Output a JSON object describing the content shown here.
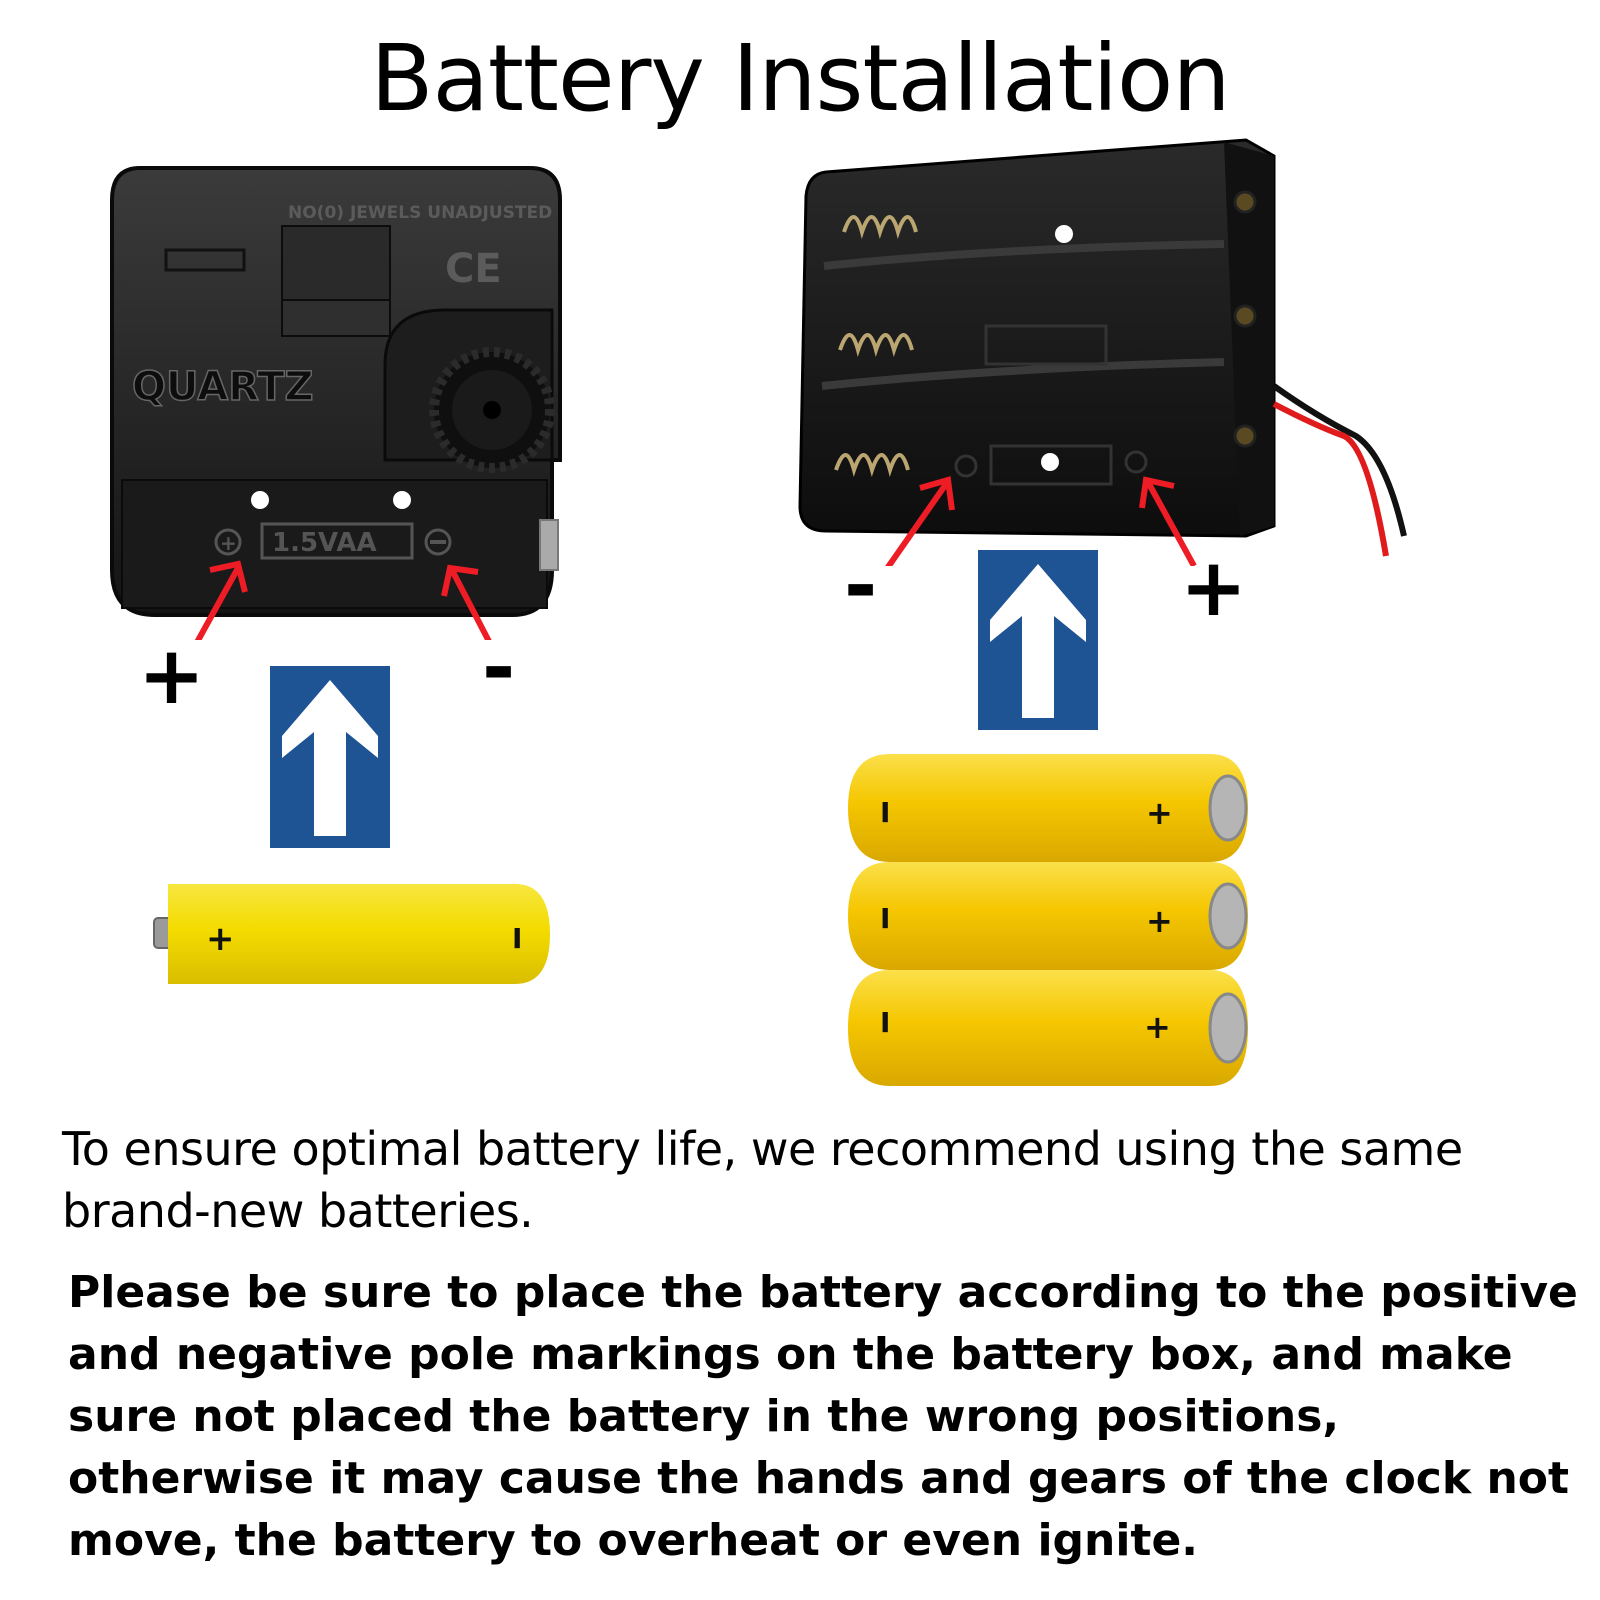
{
  "title": "Battery Installation",
  "clock_movement": {
    "top_marking": "NO(0) JEWELS UNADJUSTED",
    "ce_mark": "CE",
    "brand_label": "QUARTZ",
    "compartment_label": "1.5VAA",
    "plus_sign": "+",
    "minus_sign": "-",
    "battery_plus": "+",
    "battery_minus": "I"
  },
  "battery_box": {
    "plus_sign": "+",
    "minus_sign": "-",
    "battery_plus": "+",
    "battery_minus": "I"
  },
  "instructions": {
    "line1a": "To ensure optimal battery life, we recommend using the same",
    "line1b": "brand-new batteries.",
    "line2a": "Please be sure to place the battery according to the positive",
    "line2b": "and negative pole markings on the battery box, and make",
    "line2c": "sure not placed the battery in the wrong positions,",
    "line2d": "otherwise it may cause the hands and gears of the clock not",
    "line2e": "move, the battery to overheat or even ignite."
  },
  "colors": {
    "arrow_box": "#1e5394",
    "pointer": "#ee1c25",
    "battery": "#f4dc00",
    "battery_orange": "#f5c600"
  }
}
